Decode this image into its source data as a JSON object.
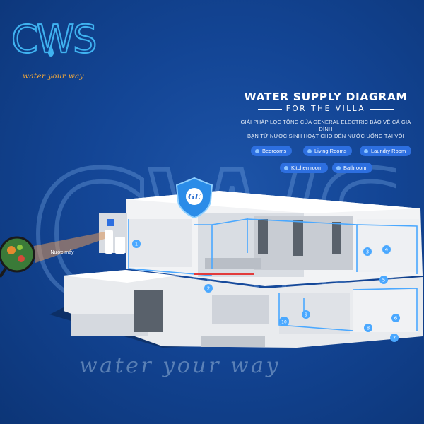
{
  "brand": {
    "logo_text": "CWS",
    "tagline": "water your way"
  },
  "header": {
    "title": "WATER SUPPLY DIAGRAM",
    "subtitle": "FOR THE VILLA",
    "description_line1": "GIẢI PHÁP LỌC TỔNG CỦA GENERAL ELECTRIC BẢO VỆ CẢ GIA ĐÌNH",
    "description_line2": "BẠN TỪ NƯỚC SINH HOẠT CHO ĐẾN NƯỚC UỐNG TẠI VÒI"
  },
  "rooms": [
    {
      "label": "Bedrooms"
    },
    {
      "label": "Living Rooms"
    },
    {
      "label": "Laundry Room"
    },
    {
      "label": "Kitchen room"
    },
    {
      "label": "Bathroom"
    }
  ],
  "diagram": {
    "source_label": "Nước máy",
    "shield_logo": "GE",
    "markers": [
      "1",
      "2",
      "3",
      "4",
      "5",
      "6",
      "7",
      "8",
      "9",
      "10"
    ]
  },
  "watermark": {
    "big_text": "CWS",
    "tagline": "water your way"
  },
  "colors": {
    "background": "#134595",
    "accent": "#2d6fe0",
    "tagline": "#f0a73b",
    "pipe": "#4aa8ff",
    "pipe_hot": "#e23b3b"
  }
}
